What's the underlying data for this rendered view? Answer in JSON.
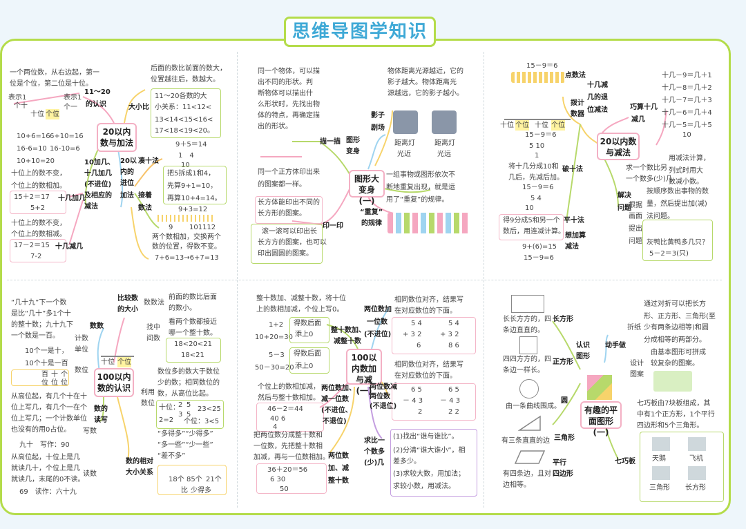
{
  "title": "思维导图学知识",
  "p1": {
    "center": "20以内数与加法",
    "a1": "一个两位数，从右边起，第一",
    "a2": "位是个位，第二位是十位。",
    "a3": "表示1",
    "a4": "个十",
    "a5": "表示1",
    "a6": "个一",
    "a7": "十位",
    "a8": "个位",
    "a9": "10+6=16",
    "a10": "6+10=16",
    "a11": "16-6=10",
    "a12": "16-10=6",
    "a13": "10+10=20",
    "b1": "11～20",
    "b2": "的认识",
    "c1": "后面的数比前面的数大，",
    "c2": "位置越往后，数越大。",
    "c3": "大小比",
    "c4": "11～20各数的大",
    "c5": "小关系：11<12<",
    "c6": "13<14<15<16<",
    "c7": "17<18<19<20。",
    "d1": "9＋5＝14",
    "d2": "1　4",
    "d3": "10",
    "d4": "把5拆成1和4，",
    "d5": "先算9+1=10，",
    "d6": "再算10+4=14。",
    "d7": "凑十法",
    "d8": "9+3=12",
    "d9": "接着",
    "d10": "数法",
    "d11": "9",
    "d12": "101112",
    "d13": "两个数相加，交换两个",
    "d14": "数的位置，得数不变。",
    "d15": "7+6=13→6+7=13",
    "e1": "十位上的数不变，",
    "e2": "个位上的数相加。",
    "e3": "15＋2＝17",
    "e4": "5+2",
    "e5": "十几加几",
    "e6": "十位上的数不变，",
    "e7": "个位上的数相减。",
    "e8": "17－2＝15",
    "e9": "7-2",
    "e10": "十几减几",
    "f1": "10加几、",
    "f2": "十几加几",
    "f3": "(不进位)",
    "f4": "及相应的",
    "f5": "减法",
    "g1": "20以",
    "g2": "内的",
    "g3": "进位",
    "g4": "加法"
  },
  "p2": {
    "center": "图形大变身(一)",
    "a1": "同一个物体，可以描",
    "a2": "出不同的形状。判",
    "a3": "断物体可以描出什",
    "a4": "么形状时，先找出物",
    "a5": "体的特点，再确定描",
    "a6": "出的形状。",
    "b1": "物体距离光源越近，它的",
    "b2": "影子越大。物体距离光",
    "b3": "源越远，它的影子越小。",
    "c1": "影子",
    "c2": "剧场",
    "c3": "距离灯",
    "c4": "光近",
    "c5": "距离灯",
    "c6": "光远",
    "d1": "描一描",
    "d2": "图形",
    "d3": "变身",
    "e1": "同一个正方体印出来",
    "e2": "的图案都一样。",
    "e3": "长方体能印出不同的",
    "e4": "长方形的图案。",
    "e5": "滚一滚可以印出长",
    "e6": "长方方的图案，也可以",
    "e7": "印出圆圆的图案。",
    "e8": "印一印",
    "f1": "一组事物或图形依次不",
    "f2": "断地重复出现，就是运",
    "f3": "用了“重复”的规律。",
    "f4": "“重复”",
    "f5": "的规律"
  },
  "p3": {
    "center": "20以内数与减法",
    "a1": "15－9＝6",
    "a2": "点数法",
    "a3": "拨计",
    "a4": "数器",
    "a5": "十位",
    "a6": "个位",
    "a7": "十位",
    "a8": "个位",
    "a9": "15－9＝6",
    "a10": "5  10",
    "a11": "1",
    "a12": "将十几分成10和",
    "a13": "几后，先减后加。",
    "a14": "破十法",
    "a15": "15－9＝6",
    "a16": "5  4",
    "a17": "10",
    "a18": "得9分成5和另一个",
    "a19": "数后，用连减计算。",
    "a20": "平十法",
    "a21": "9+(6)=15",
    "a22": "15－9=6",
    "a23": "想加算",
    "a24": "减法",
    "b1": "十几减",
    "b2": "几的退",
    "b3": "位减法",
    "c1": "巧算十几",
    "c2": "减几",
    "c3": "十几－9＝几＋1",
    "c4": "十几－8＝几＋2",
    "c5": "十几－7＝几＋3",
    "c6": "十几－6＝几＋4",
    "c7": "十几－5＝几＋5",
    "c8": "10",
    "d1": "用减法计算，",
    "d2": "列式时用大",
    "d3": "求一个数比另",
    "d4": "数减小数。",
    "d5": "一个数多(少)几",
    "d6": "解决",
    "d7": "问题",
    "d8": "根据",
    "d9": "画面",
    "d10": "提出",
    "d11": "问题",
    "d12": "按顺序数出事物的数",
    "d13": "量，然后提出加(减)",
    "d14": "法问题。",
    "d15": "灰鸭比黄鸭多几只？",
    "d16": "5－2＝3(只)"
  },
  "p4": {
    "center": "100以内数的认识",
    "a1": "“几十九”下一个数",
    "a2": "是比“几十”多1个十",
    "a3": "的整十数；九十九下",
    "a4": "一个数是一百。",
    "a5": "数数",
    "a6": "计数",
    "a7": "单位",
    "a8": "10个一是十，",
    "a9": "10个十是一百",
    "a10": "数位",
    "a11": "百",
    "a12": "十",
    "a13": "个",
    "a14": "位",
    "a15": "位",
    "a16": "位",
    "a17": "十位",
    "a18": "个位",
    "b1": "从高位起，有几个十在十",
    "b2": "位上写几，有几个一在个",
    "b3": "位上写几；一个计数单位",
    "b4": "也没有的用0占位。",
    "b5": "九十　写作：90",
    "b6": "数的",
    "b7": "读写",
    "b8": "写数",
    "b9": "从高位起，十位上是几",
    "b10": "就读几十，个位上是几",
    "b11": "就读几，末尾的0不读。",
    "b12": "69　读作：六十九",
    "b13": "读数",
    "c1": "比较数",
    "c2": "的大小",
    "c3": "数数法",
    "c4": "前面的数比后面",
    "c5": "的数小。",
    "c6": "找中",
    "c7": "间数",
    "c8": "看两个数都接近",
    "c9": "哪一个整十数。",
    "c10": "18<20<21",
    "c11": "18<21",
    "c12": "数位多的数大于数位",
    "c13": "少的数；相同数位的",
    "c14": "数，从高位比起。",
    "c15": "利用",
    "c16": "数位",
    "c17": "十位：",
    "c18": "2",
    "c19": "5",
    "c20": "2=2",
    "c21": "3",
    "c22": "5",
    "c23": "23<25",
    "c24": "个位：3<5",
    "d1": "“多得多”“少得多”",
    "d2": "“多一些”“少一些”",
    "d3": "“差不多”",
    "d4": "数的相对",
    "d5": "大小关系",
    "d6": "18个",
    "d7": "85个",
    "d8": "21个",
    "d9": "比",
    "d10": "少得多"
  },
  "p5": {
    "center": "100以内数加与减(一)",
    "a1": "整十数加、减整十数，将十位",
    "a2": "上的数相加减，个位上写0。",
    "a3": "1+2",
    "a4": "10+20=30",
    "a5": "得数后面",
    "a6": "添上0",
    "a7": "5－3",
    "a8": "50－30=20",
    "a9": "得数后面",
    "a10": "添上0",
    "a11": "整十数加、",
    "a12": "减整十数",
    "b1": "两位数加",
    "b2": "一位数",
    "b3": "(不进位)",
    "b4": "相同数位对齐，结果写",
    "b5": "在对应数位的下面。",
    "b6": "5 4",
    "b7": "+ 3 2",
    "b8": "6",
    "b9": "5 4",
    "b10": "+ 3 2",
    "b11": "8 6",
    "c1": "个位上的数相加减，",
    "c2": "然后与整十数相加。",
    "c3": "46－2＝44",
    "c4": "40 6",
    "c5": "4",
    "c6": "两位数加、",
    "c7": "减一位数",
    "c8": "(不进位、",
    "c9": "不退位)",
    "c10": "两位数减",
    "c11": "两位数",
    "c12": "(不退位)",
    "c13": "相同数位对齐，结果写",
    "c14": "在对应数位的下面。",
    "c15": "6 5",
    "c16": "－ 4 3",
    "c17": "2",
    "c18": "6 5",
    "c19": "－ 4 3",
    "c20": "2 2",
    "d1": "把两位数分成整十数和",
    "d2": "一位数，先把整十数相",
    "d3": "加减，再与一位数相加。",
    "d4": "36＋20＝56",
    "d5": "6 30",
    "d6": "50",
    "d7": "两位数",
    "d8": "加、减",
    "d9": "整十数",
    "e1": "求比一",
    "e2": "个数多",
    "e3": "(少)几",
    "e4": "(1)找出“谁与谁比”。",
    "e5": "(2)分清“谁大谁小”，相",
    "e6": "差多少。",
    "e7": "(3)求较大数，用加法；",
    "e8": "求较小数，用减法。"
  },
  "p6": {
    "center": "有趣的平面图形(一)",
    "a1": "长方形",
    "a2": "长长方方的，四",
    "a3": "条边直直的。",
    "a4": "正方形",
    "a5": "四四方方的，四",
    "a6": "条边一样长。",
    "a7": "圆",
    "a8": "由一条曲线围成。",
    "a9": "三角形",
    "a10": "有三条直直的边",
    "a11": "平行",
    "a12": "四边形",
    "a13": "有四条边，且对",
    "a14": "边相等。",
    "a15": "认识",
    "a16": "图形",
    "b1": "动手做",
    "b2": "通过对折可以把长方",
    "b3": "形、正方形、三角形(至",
    "b4": "少有两条边相等)和圆",
    "b5": "分成相等的两部分。",
    "b6": "折纸",
    "b7": "设计",
    "b8": "图案",
    "b9": "由基本图形可拼成",
    "b10": "较复杂的图案。",
    "c1": "七巧板由7块板组成，其",
    "c2": "中有1个正方形，1个平行",
    "c3": "四边形和5个三角形。",
    "c4": "七巧板",
    "c5": "天鹅",
    "c6": "飞机",
    "c7": "三角形",
    "c8": "长方形"
  }
}
